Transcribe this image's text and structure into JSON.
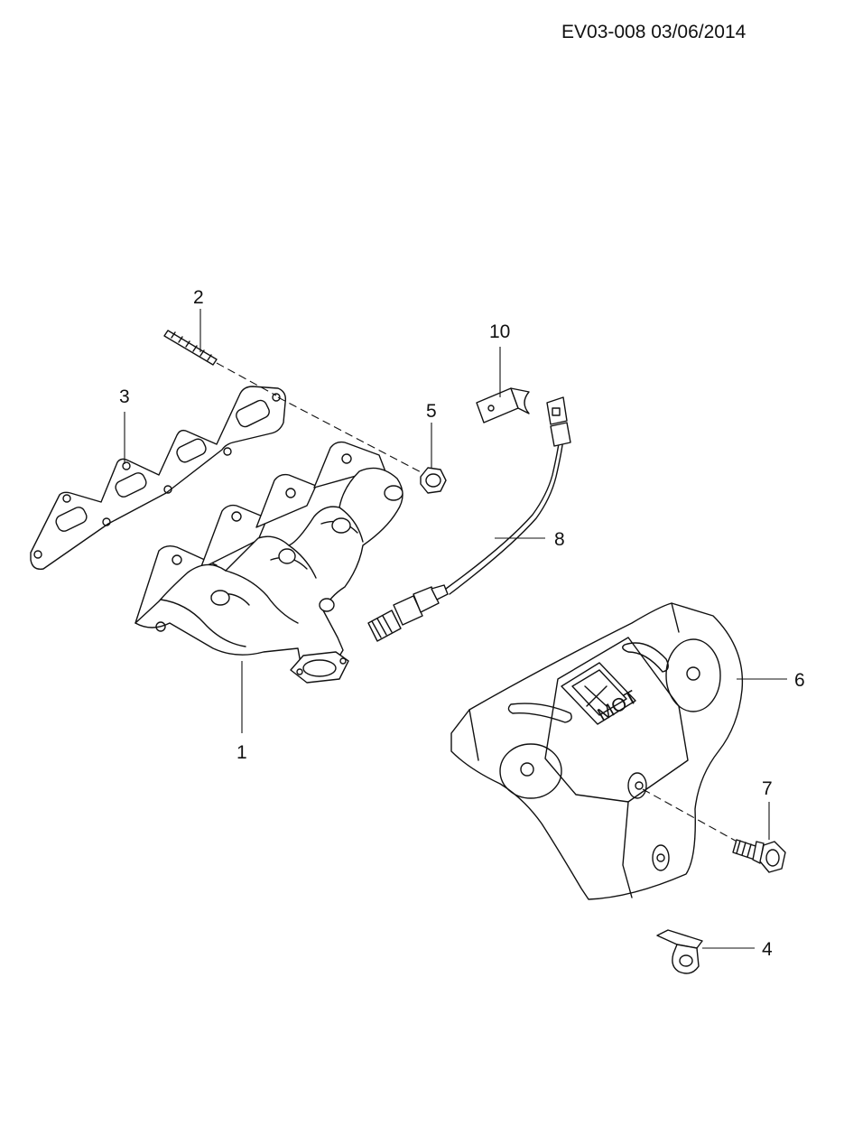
{
  "header": {
    "reference": "EV03-008  03/06/2014"
  },
  "callouts": {
    "c1": "1",
    "c2": "2",
    "c3": "3",
    "c4": "4",
    "c5": "5",
    "c6": "6",
    "c7": "7",
    "c8": "8",
    "c10": "10"
  },
  "parts": [
    {
      "number": "1",
      "icon": "exhaust-manifold-icon"
    },
    {
      "number": "2",
      "icon": "stud-icon"
    },
    {
      "number": "3",
      "icon": "gasket-icon"
    },
    {
      "number": "4",
      "icon": "bracket-icon"
    },
    {
      "number": "5",
      "icon": "nut-icon"
    },
    {
      "number": "6",
      "icon": "heat-shield-icon"
    },
    {
      "number": "7",
      "icon": "bolt-icon"
    },
    {
      "number": "8",
      "icon": "oxygen-sensor-icon"
    },
    {
      "number": "10",
      "icon": "bracket-icon"
    }
  ],
  "emblem": {
    "text": "MOT"
  }
}
